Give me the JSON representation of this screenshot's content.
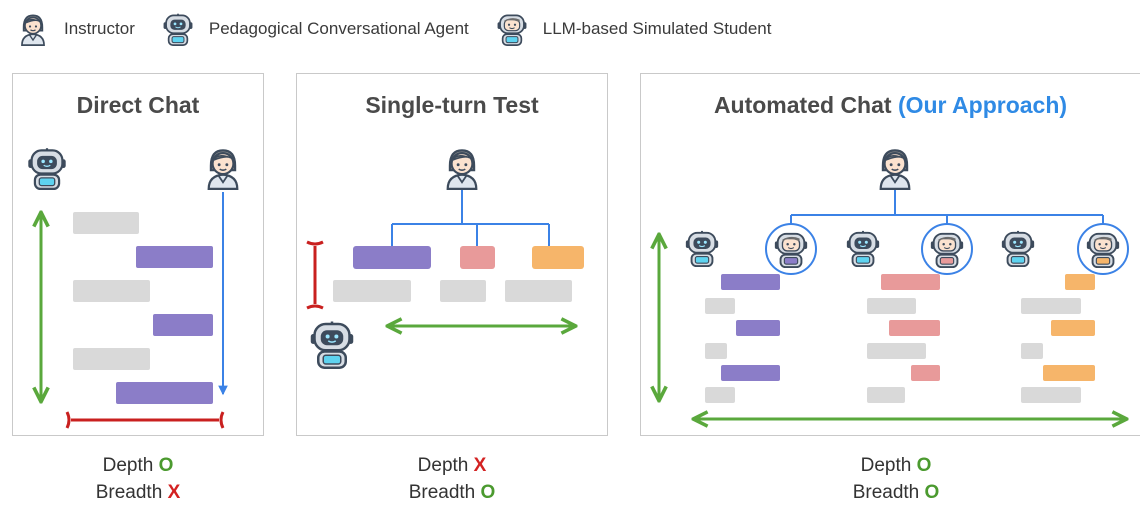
{
  "legend": {
    "instructor": "Instructor",
    "agent": "Pedagogical Conversational Agent",
    "student": "LLM-based Simulated Student"
  },
  "panels": {
    "direct": {
      "title": "Direct Chat",
      "depth_label": "Depth",
      "depth_mark": "O",
      "breadth_label": "Breadth",
      "breadth_mark": "X"
    },
    "single": {
      "title": "Single-turn Test",
      "depth_label": "Depth",
      "depth_mark": "X",
      "breadth_label": "Breadth",
      "breadth_mark": "O"
    },
    "auto": {
      "title_main": "Automated Chat",
      "title_highlight": "(Our Approach)",
      "depth_label": "Depth",
      "depth_mark": "O",
      "breadth_label": "Breadth",
      "breadth_mark": "O"
    }
  },
  "colors": {
    "purple": "#8b7dc8",
    "pink": "#e89a9a",
    "orange": "#f6b56a",
    "gray": "#d9d9d9",
    "green": "#5aa83c",
    "red": "#c9201f",
    "blue": "#3b82e6"
  }
}
